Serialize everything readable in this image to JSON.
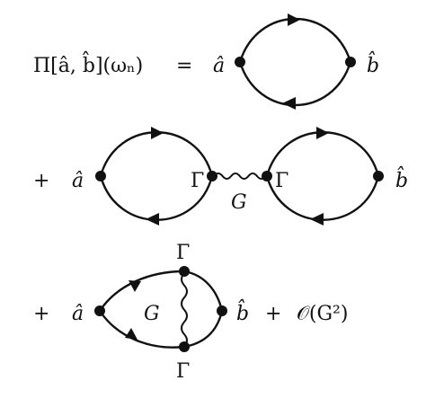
{
  "row1": {
    "lhs": "Π[â, b̂](ωₙ)",
    "equals": "=",
    "left_operator": "â",
    "right_operator": "b̂"
  },
  "row2": {
    "plus": "+",
    "left_operator": "â",
    "vertex_left": "Γ",
    "vertex_right": "Γ",
    "interaction": "G",
    "right_operator": "b̂"
  },
  "row3": {
    "plus": "+",
    "left_operator": "â",
    "interaction": "G",
    "vertex_top": "Γ",
    "vertex_bottom": "Γ",
    "right_operator": "b̂",
    "plus_2": "+",
    "order_term": "𝒪(G²)"
  }
}
